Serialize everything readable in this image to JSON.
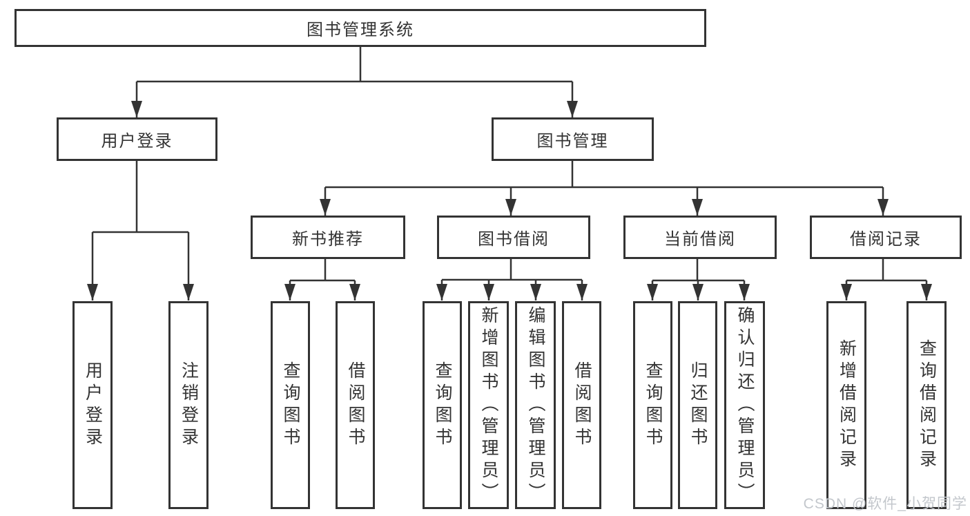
{
  "diagram": {
    "title": "图书管理系统",
    "root": {
      "label": "图书管理系统"
    },
    "level2": [
      {
        "id": "user-login",
        "label": "用户登录"
      },
      {
        "id": "book-management",
        "label": "图书管理"
      }
    ],
    "level3": [
      {
        "id": "new-book-recommend",
        "label": "新书推荐",
        "parent": "book-management"
      },
      {
        "id": "book-borrow",
        "label": "图书借阅",
        "parent": "book-management"
      },
      {
        "id": "current-borrow",
        "label": "当前借阅",
        "parent": "book-management"
      },
      {
        "id": "borrow-record",
        "label": "借阅记录",
        "parent": "book-management"
      }
    ],
    "level4": [
      {
        "id": "leaf-user-login",
        "label": "用户登录",
        "parent": "user-login"
      },
      {
        "id": "leaf-logout",
        "label": "注销登录",
        "parent": "user-login"
      },
      {
        "id": "leaf-query-book-recommend",
        "label": "查询图书",
        "parent": "new-book-recommend"
      },
      {
        "id": "leaf-borrow-book-recommend",
        "label": "借阅图书",
        "parent": "new-book-recommend"
      },
      {
        "id": "leaf-query-book-borrow",
        "label": "查询图书",
        "parent": "book-borrow"
      },
      {
        "id": "leaf-add-book-admin",
        "label": "新增图书（管理员）",
        "parent": "book-borrow"
      },
      {
        "id": "leaf-edit-book-admin",
        "label": "编辑图书（管理员）",
        "parent": "book-borrow"
      },
      {
        "id": "leaf-borrow-book",
        "label": "借阅图书",
        "parent": "book-borrow"
      },
      {
        "id": "leaf-query-book-current",
        "label": "查询图书",
        "parent": "current-borrow"
      },
      {
        "id": "leaf-return-book",
        "label": "归还图书",
        "parent": "current-borrow"
      },
      {
        "id": "leaf-confirm-return-admin",
        "label": "确认归还（管理员）",
        "parent": "current-borrow"
      },
      {
        "id": "leaf-add-borrow-record",
        "label": "新增借阅记录",
        "parent": "borrow-record"
      },
      {
        "id": "leaf-query-borrow-record",
        "label": "查询借阅记录",
        "parent": "borrow-record"
      }
    ]
  },
  "watermark": {
    "text": "CSDN @软件_小贺同学"
  },
  "colors": {
    "line": "#333333",
    "border": "#333333",
    "text": "#333333",
    "watermark": "#c3c7cc",
    "background": "#ffffff"
  }
}
